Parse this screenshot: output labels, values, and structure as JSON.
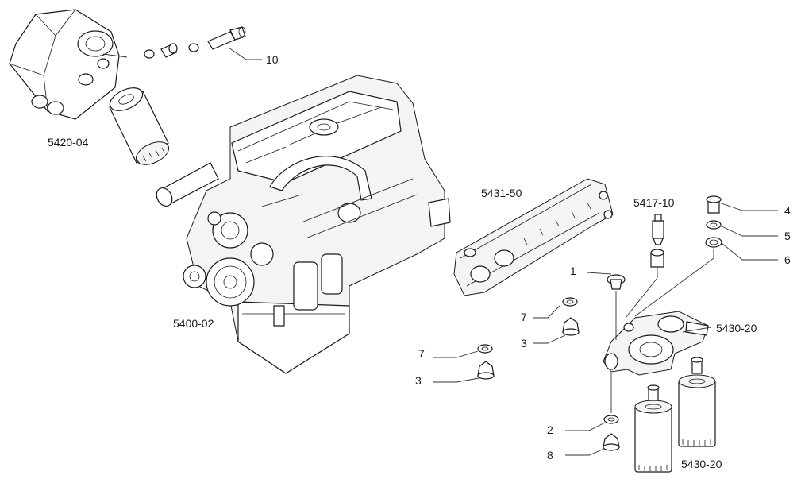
{
  "labels": {
    "l10": "10",
    "l5420_04": "5420-04",
    "l5400_02": "5400-02",
    "l5431_50": "5431-50",
    "l5417_10": "5417-10",
    "l4": "4",
    "l5": "5",
    "l6": "6",
    "l1": "1",
    "l7a": "7",
    "l3a": "3",
    "l7b": "7",
    "l3b": "3",
    "l5430_20a": "5430-20",
    "l2": "2",
    "l8": "8",
    "l5430_20b": "5430-20"
  }
}
